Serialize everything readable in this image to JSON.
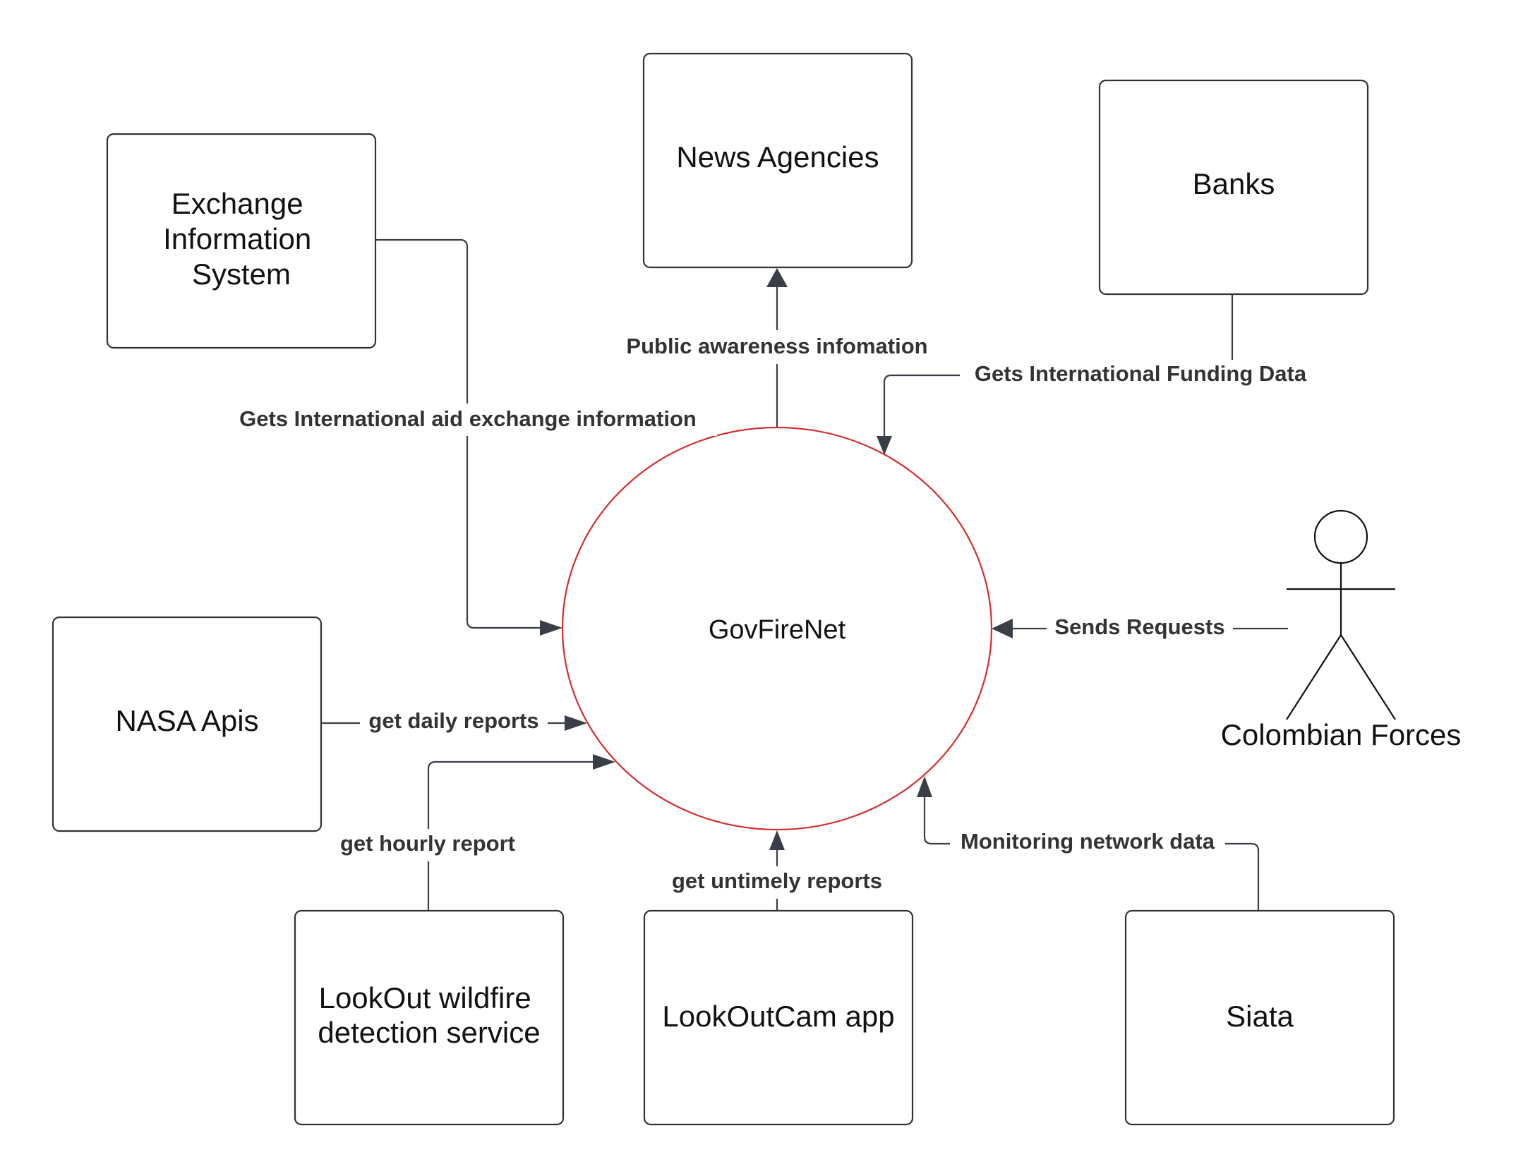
{
  "center": {
    "label": "GovFireNet",
    "stroke_color": "#d32f2f"
  },
  "nodes": {
    "exchange": {
      "lines": [
        "Exchange",
        "Information",
        "System"
      ]
    },
    "news": {
      "lines": [
        "News Agencies"
      ]
    },
    "banks": {
      "lines": [
        "Banks"
      ]
    },
    "nasa": {
      "lines": [
        "NASA Apis"
      ]
    },
    "lookout": {
      "lines": [
        "LookOut wildfire",
        "detection service"
      ]
    },
    "lookoutcam": {
      "lines": [
        "LookOutCam app"
      ]
    },
    "siata": {
      "lines": [
        "Siata"
      ]
    },
    "colombian": {
      "label": "Colombian Forces"
    }
  },
  "edges": {
    "news": "Public awareness infomation",
    "banks": "Gets International Funding Data",
    "exchange": "Gets International aid exchange information",
    "colombian": "Sends Requests",
    "nasa": "get daily reports",
    "lookout": "get hourly report",
    "lookoutcam": "get untimely reports",
    "siata": "Monitoring network data"
  },
  "colors": {
    "line": "#3a3f47",
    "label": "#333333",
    "center_stroke": "#d32f2f"
  }
}
